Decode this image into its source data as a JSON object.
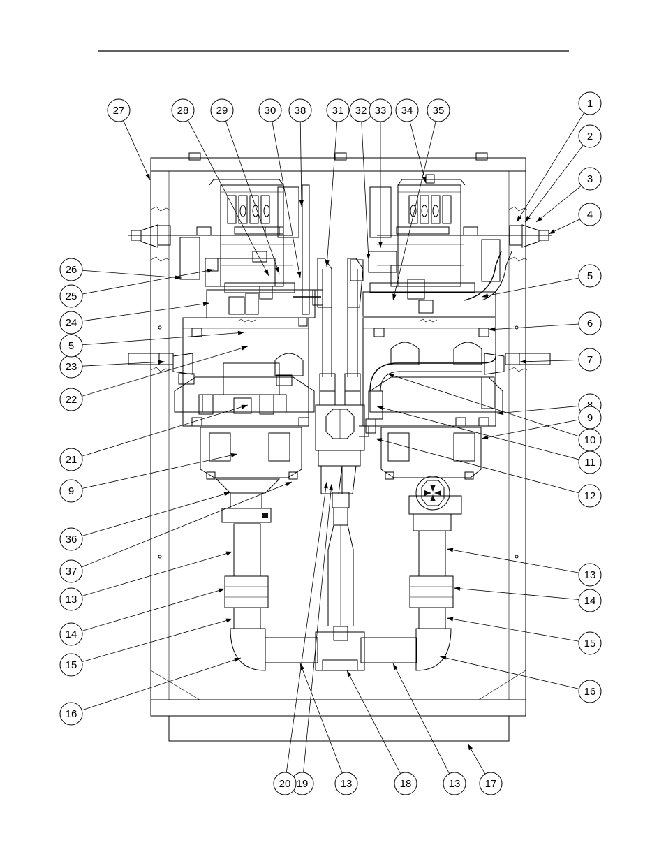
{
  "figure": {
    "callouts": [
      "1",
      "2",
      "3",
      "4",
      "5",
      "6",
      "7",
      "8",
      "9",
      "10",
      "11",
      "12",
      "13",
      "14",
      "15",
      "16",
      "17",
      "18",
      "19",
      "20",
      "21",
      "22",
      "23",
      "24",
      "25",
      "26",
      "27",
      "28",
      "29",
      "30",
      "31",
      "32",
      "33",
      "34",
      "35",
      "36",
      "37",
      "38"
    ],
    "bubbles": [
      {
        "label": "27"
      },
      {
        "label": "28"
      },
      {
        "label": "29"
      },
      {
        "label": "30"
      },
      {
        "label": "38"
      },
      {
        "label": "31"
      },
      {
        "label": "32"
      },
      {
        "label": "33"
      },
      {
        "label": "34"
      },
      {
        "label": "35"
      },
      {
        "label": "1"
      },
      {
        "label": "2"
      },
      {
        "label": "3"
      },
      {
        "label": "4"
      },
      {
        "label": "5"
      },
      {
        "label": "6"
      },
      {
        "label": "7"
      },
      {
        "label": "8"
      },
      {
        "label": "9"
      },
      {
        "label": "10"
      },
      {
        "label": "11"
      },
      {
        "label": "12"
      },
      {
        "label": "13"
      },
      {
        "label": "14"
      },
      {
        "label": "15"
      },
      {
        "label": "16"
      },
      {
        "label": "17"
      },
      {
        "label": "13"
      },
      {
        "label": "18"
      },
      {
        "label": "13"
      },
      {
        "label": "19"
      },
      {
        "label": "20"
      },
      {
        "label": "16"
      },
      {
        "label": "15"
      },
      {
        "label": "14"
      },
      {
        "label": "13"
      },
      {
        "label": "37"
      },
      {
        "label": "36"
      },
      {
        "label": "9"
      },
      {
        "label": "21"
      },
      {
        "label": "22"
      },
      {
        "label": "23"
      },
      {
        "label": "5"
      },
      {
        "label": "24"
      },
      {
        "label": "25"
      },
      {
        "label": "26"
      }
    ]
  }
}
